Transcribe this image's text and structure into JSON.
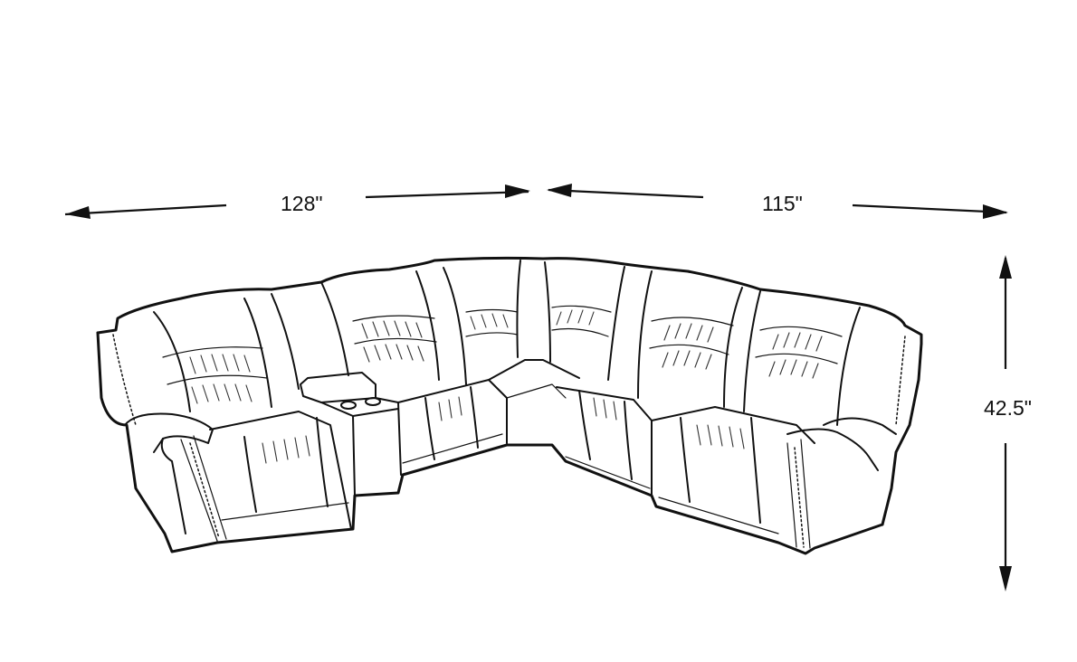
{
  "diagram": {
    "subject": "L-shaped reclining sectional sofa line drawing",
    "background_color": "#ffffff",
    "line_color": "#111111",
    "dimensions": {
      "left_width": {
        "label": "128\"",
        "value": 128,
        "unit": "in"
      },
      "right_width": {
        "label": "115\"",
        "value": 115,
        "unit": "in"
      },
      "height": {
        "label": "42.5\"",
        "value": 42.5,
        "unit": "in"
      }
    },
    "components": [
      "left recliner seat",
      "console with cup holders",
      "armless seat",
      "wedge corner seat",
      "armless seat",
      "right recliner seat"
    ]
  }
}
